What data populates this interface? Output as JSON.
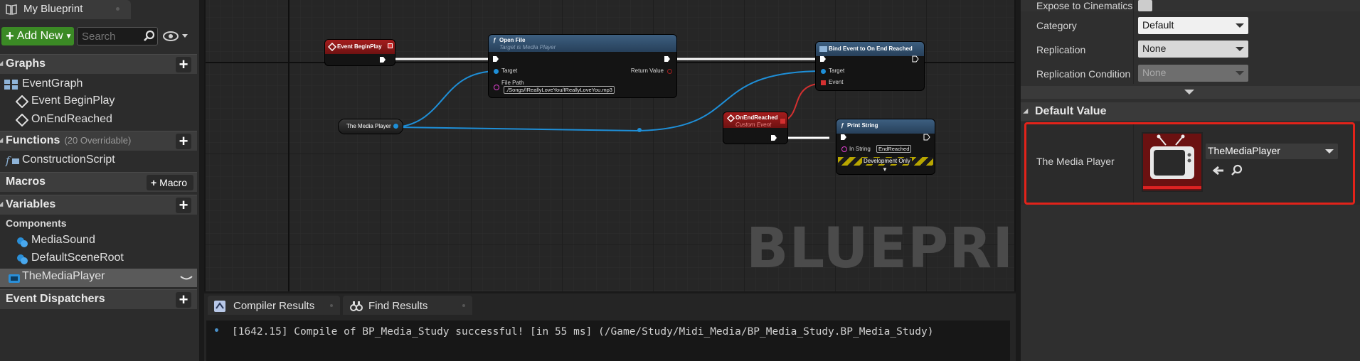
{
  "my_blueprint": {
    "tab_title": "My Blueprint",
    "add_new_label": "Add New",
    "search_placeholder": "Search",
    "sections": {
      "graphs": "Graphs",
      "functions": "Functions",
      "functions_sub": "(20 Overridable)",
      "macros": "Macros",
      "macro_button": "Macro",
      "variables": "Variables",
      "event_dispatchers": "Event Dispatchers"
    },
    "graph_items": [
      "EventGraph",
      "Event BeginPlay",
      "OnEndReached"
    ],
    "function_items": [
      "ConstructionScript"
    ],
    "components_header": "Components",
    "component_items": [
      "MediaSound",
      "DefaultSceneRoot"
    ],
    "variable_items": [
      "TheMediaPlayer"
    ]
  },
  "graph": {
    "watermark": "BLUEPRINT",
    "nodes": {
      "begin_play": {
        "title": "Event BeginPlay"
      },
      "open_file": {
        "title": "Open File",
        "subtitle": "Target is Media Player",
        "pin_target": "Target",
        "pin_file_path": "File Path",
        "file_path_value": "./Songs/IReallyLoveYou/IReallyLoveYou.mp3",
        "pin_return": "Return Value"
      },
      "bind_event": {
        "title": "Bind Event to On End Reached",
        "pin_target": "Target",
        "pin_event": "Event"
      },
      "media_player_var": {
        "title": "The Media Player"
      },
      "on_end_reached": {
        "title": "OnEndReached",
        "subtitle": "Custom Event"
      },
      "print_string": {
        "title": "Print String",
        "pin_in_string": "In String",
        "in_string_value": "EndReached",
        "dev_only": "Development Only"
      }
    }
  },
  "bottom_panel": {
    "tabs": [
      "Compiler Results",
      "Find Results"
    ],
    "log_line": "[1642.15] Compile of BP_Media_Study successful! [in 55 ms] (/Game/Study/Midi_Media/BP_Media_Study.BP_Media_Study)"
  },
  "details": {
    "rows": [
      {
        "label": "Expose to Cinematics"
      },
      {
        "label": "Category",
        "value": "Default"
      },
      {
        "label": "Replication",
        "value": "None"
      },
      {
        "label": "Replication Condition",
        "value": "None"
      }
    ],
    "default_value_header": "Default Value",
    "default_value_label": "The Media Player",
    "asset_value": "TheMediaPlayer"
  },
  "colors": {
    "accent_red": "#e2231a",
    "add_new_green": "#3b8a25",
    "exec_wire": "#ffffff",
    "object_wire": "#1e8fd8",
    "delegate_wire": "#d33030"
  }
}
